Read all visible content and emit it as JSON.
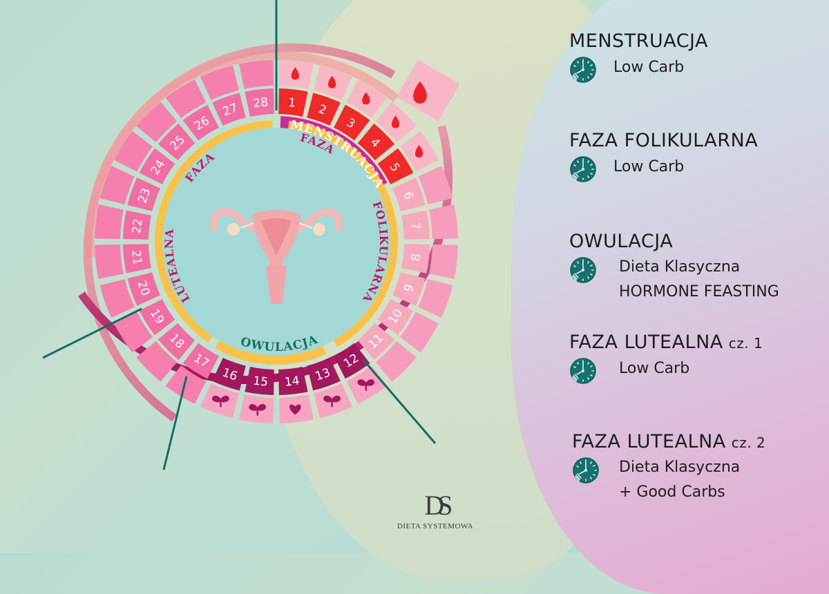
{
  "wheel": {
    "days": [
      "1",
      "2",
      "3",
      "4",
      "5",
      "6",
      "7",
      "8",
      "9",
      "10",
      "11",
      "12",
      "13",
      "14",
      "15",
      "16",
      "17",
      "18",
      "19",
      "20",
      "21",
      "22",
      "23",
      "24",
      "25",
      "26",
      "27",
      "28"
    ],
    "phase_labels": {
      "menstruation": "MENSTRUACJA",
      "follicular_line1": "FAZA",
      "follicular_line2": "FOLIKULARNA",
      "ovulation": "OWULACJA",
      "luteal_line1": "FAZA",
      "luteal_line2": "LUTEALNA"
    },
    "outer_icons": {
      "menstruation": "blood-drop-icon",
      "ovulation": "sprout-icon",
      "ovulation_peak": "heart-icon"
    },
    "colors": {
      "menstruation_day": "#ee2a2a",
      "follicular_day": "#f6a9bd",
      "ovulation_day": "#a2175e",
      "luteal_day": "#f06ea3",
      "phase_band": "#f8c24a",
      "menstruation_band": "#c72b9c",
      "center": "#a3d8d6",
      "accent_teal": "#136c6a"
    }
  },
  "legend": {
    "sections": [
      {
        "title": "MENSTRUACJA",
        "suffix": "",
        "lines": [
          "Low Carb"
        ]
      },
      {
        "title": "FAZA FOLIKULARNA",
        "suffix": "",
        "lines": [
          "Low Carb"
        ]
      },
      {
        "title": "OWULACJA",
        "suffix": "",
        "lines": [
          "Dieta Klasyczna",
          "HORMONE FEASTING"
        ]
      },
      {
        "title": "FAZA LUTEALNA",
        "suffix": "cz. 1",
        "lines": [
          "Low Carb"
        ]
      },
      {
        "title": "FAZA LUTEALNA",
        "suffix": "cz. 2",
        "lines": [
          "Dieta Klasyczna",
          "+ Good Carbs"
        ]
      }
    ],
    "icon": "clock-fork-icon"
  },
  "brand": {
    "monogram": "DS",
    "name": "DIETA SYSTEMOWA"
  }
}
